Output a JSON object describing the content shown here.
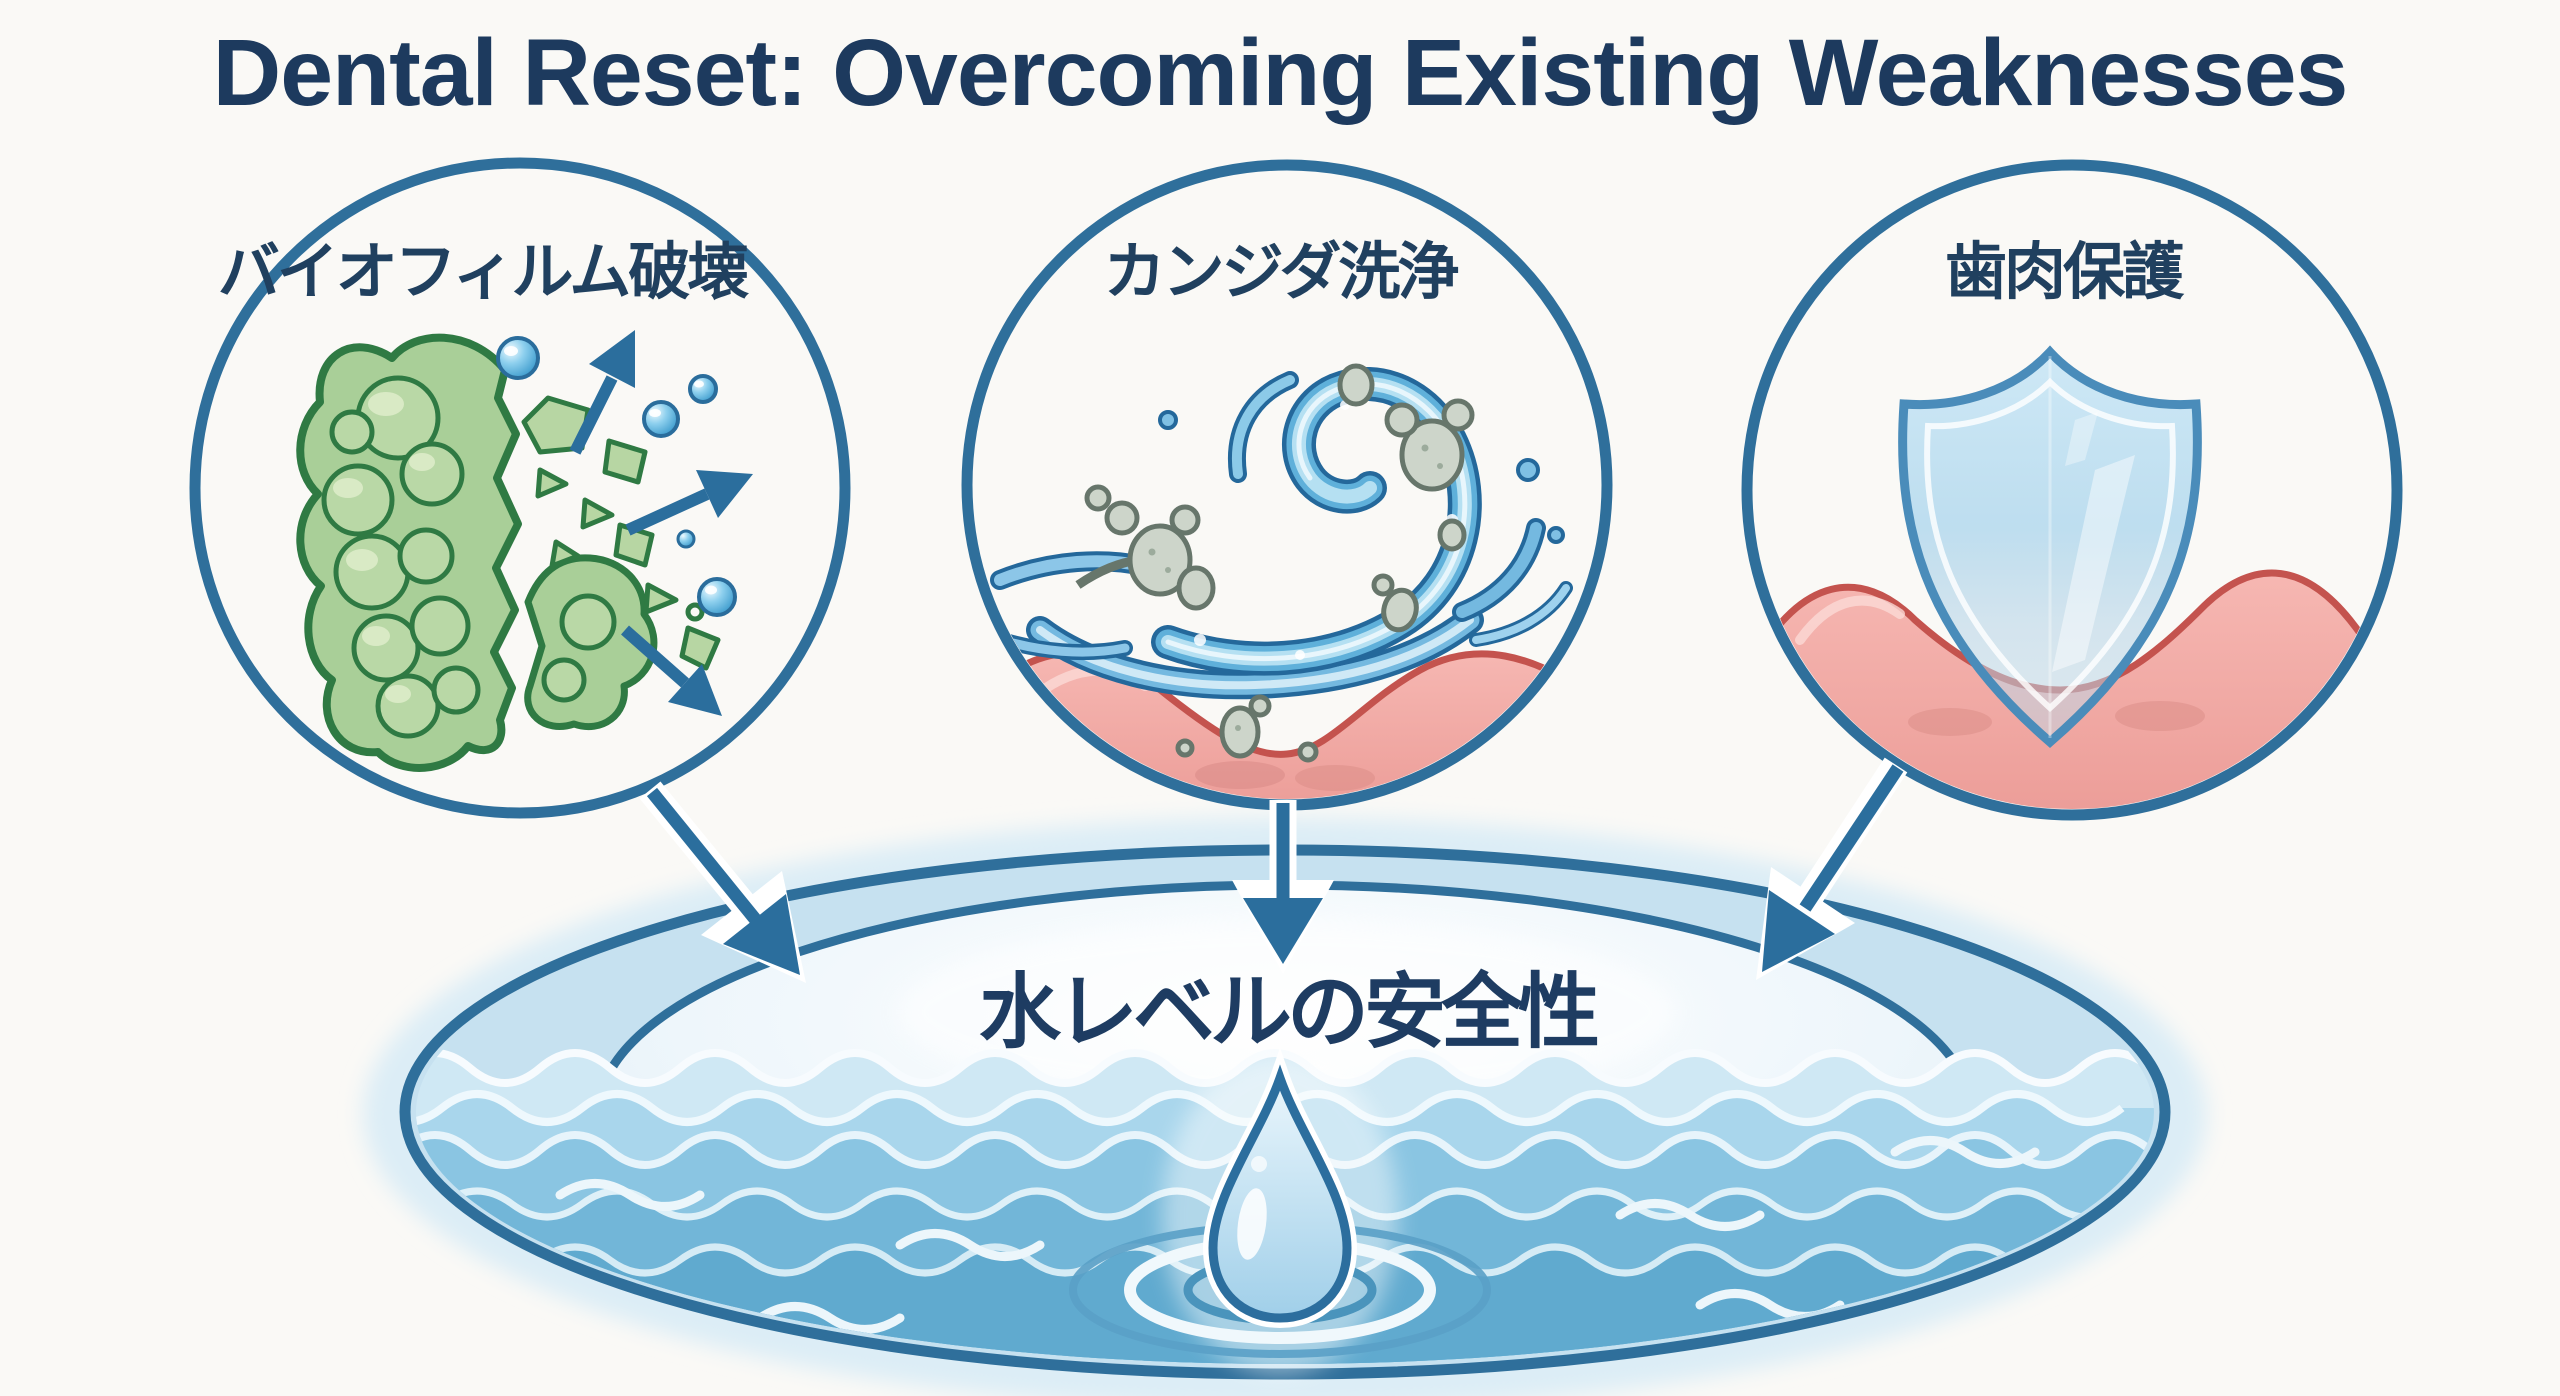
{
  "title": "Dental Reset: Overcoming Existing Weaknesses",
  "panels": [
    {
      "label": "バイオフィルム破壊",
      "icon": "biofilm-breakup-icon"
    },
    {
      "label": "カンジダ洗浄",
      "icon": "candida-wash-icon"
    },
    {
      "label": "歯肉保護",
      "icon": "gum-shield-icon"
    }
  ],
  "pool": {
    "label": "水レベルの安全性",
    "icon": "water-droplet-icon"
  },
  "colors": {
    "background": "#faf9f6",
    "title_text": "#1d3a5e",
    "label_text": "#20405f",
    "pool_label_text": "#1e3c62",
    "circle_outline": "#2f6f9b",
    "arrow_blue": "#2b6e9d",
    "biofilm_green": "#a9cf98",
    "biofilm_outline": "#2f7a43",
    "bubble_blue": "#4aa7d6",
    "wave_blue": "#5fb0da",
    "wave_light": "#b5e0f2",
    "candida_gray": "#cdd5ca",
    "gum_pink": "#f2a8a4",
    "gum_outline": "#c4534e",
    "shield_blue": "#a9d3ec",
    "shield_border": "#4a8cba",
    "pool_ring": "#2f6f9b",
    "water_blue": "#7cbcdc",
    "droplet_outline": "#2c6e9e"
  }
}
